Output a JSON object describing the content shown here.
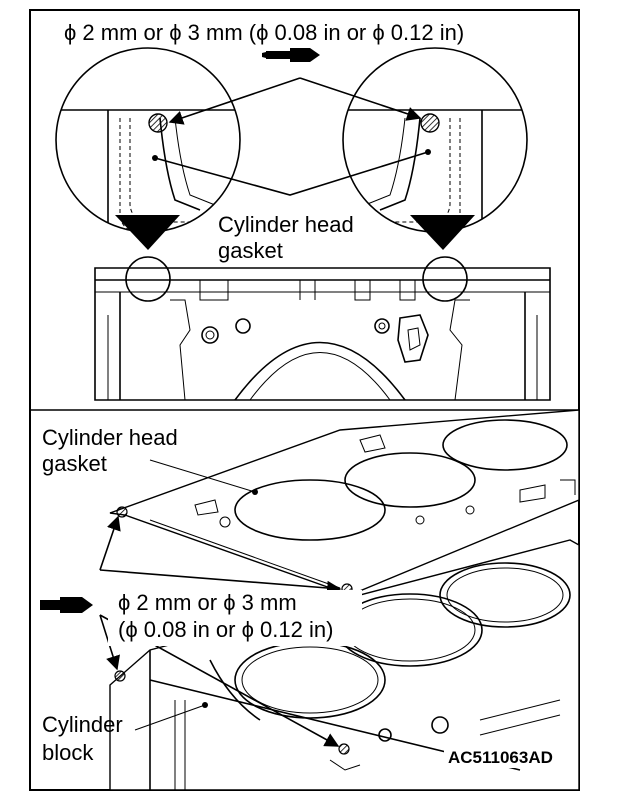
{
  "top_panel": {
    "dim_label": "ϕ 2 mm or ϕ 3 mm (ϕ 0.08 in or ϕ 0.12 in)",
    "gasket_label_line1": "Cylinder head",
    "gasket_label_line2": "gasket"
  },
  "bottom_panel": {
    "gasket_label_line1": "Cylinder head",
    "gasket_label_line2": "gasket",
    "dim_label_line1": "ϕ 2 mm or ϕ 3 mm",
    "dim_label_line2": "(ϕ 0.08 in or ϕ 0.12 in)",
    "block_label_line1": "Cylinder",
    "block_label_line2": "block",
    "figure_code": "AC511063AD"
  },
  "icons": [
    "sealant-tube-icon",
    "sealant-bead-icon"
  ]
}
